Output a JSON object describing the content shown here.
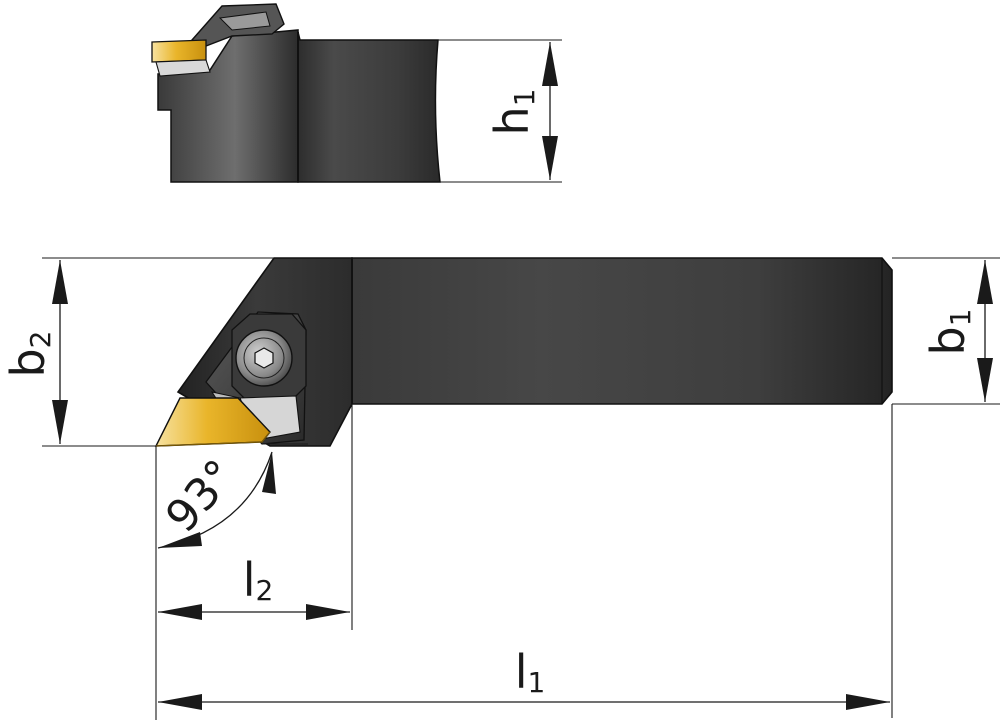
{
  "labels": {
    "h1": {
      "letter": "h",
      "sub": "1"
    },
    "b1": {
      "letter": "b",
      "sub": "1"
    },
    "b2": {
      "letter": "b",
      "sub": "2"
    },
    "l1": {
      "letter": "l",
      "sub": "1"
    },
    "l2": {
      "letter": "l",
      "sub": "2"
    },
    "angle": "93°"
  },
  "colors": {
    "body_dark": "#2e2e2e",
    "body_mid": "#474747",
    "body_light": "#7a7a7a",
    "insert_gold": "#e8b21c",
    "insert_light": "#f7e2a0",
    "outline": "#111111"
  }
}
